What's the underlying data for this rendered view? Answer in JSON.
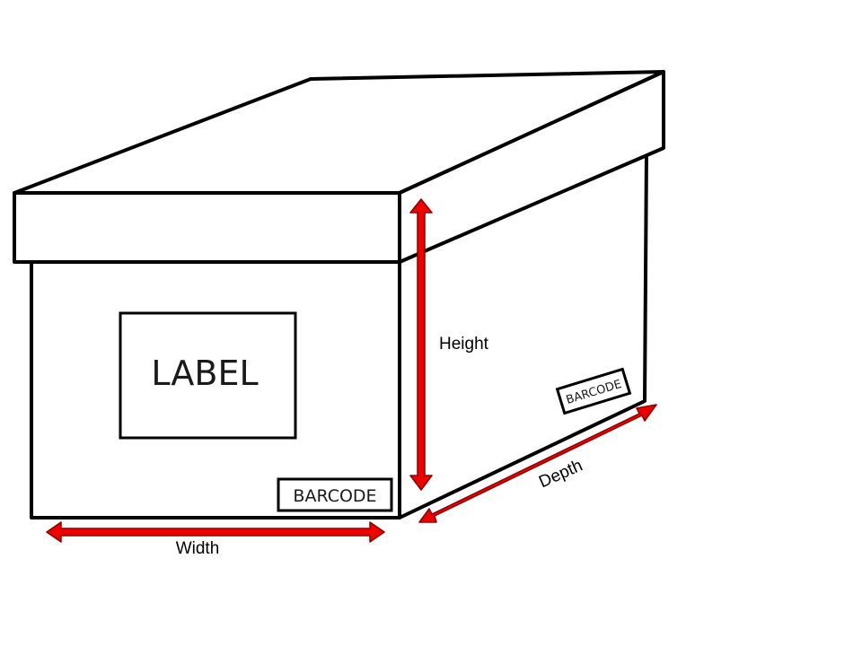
{
  "diagram": {
    "front_label": "LABEL",
    "front_barcode": "BARCODE",
    "side_barcode": "BARCODE",
    "dimensions": {
      "height": "Height",
      "width": "Width",
      "depth": "Depth"
    },
    "colors": {
      "arrow": "#ee0000",
      "outline": "#000000",
      "background": "#ffffff"
    }
  }
}
